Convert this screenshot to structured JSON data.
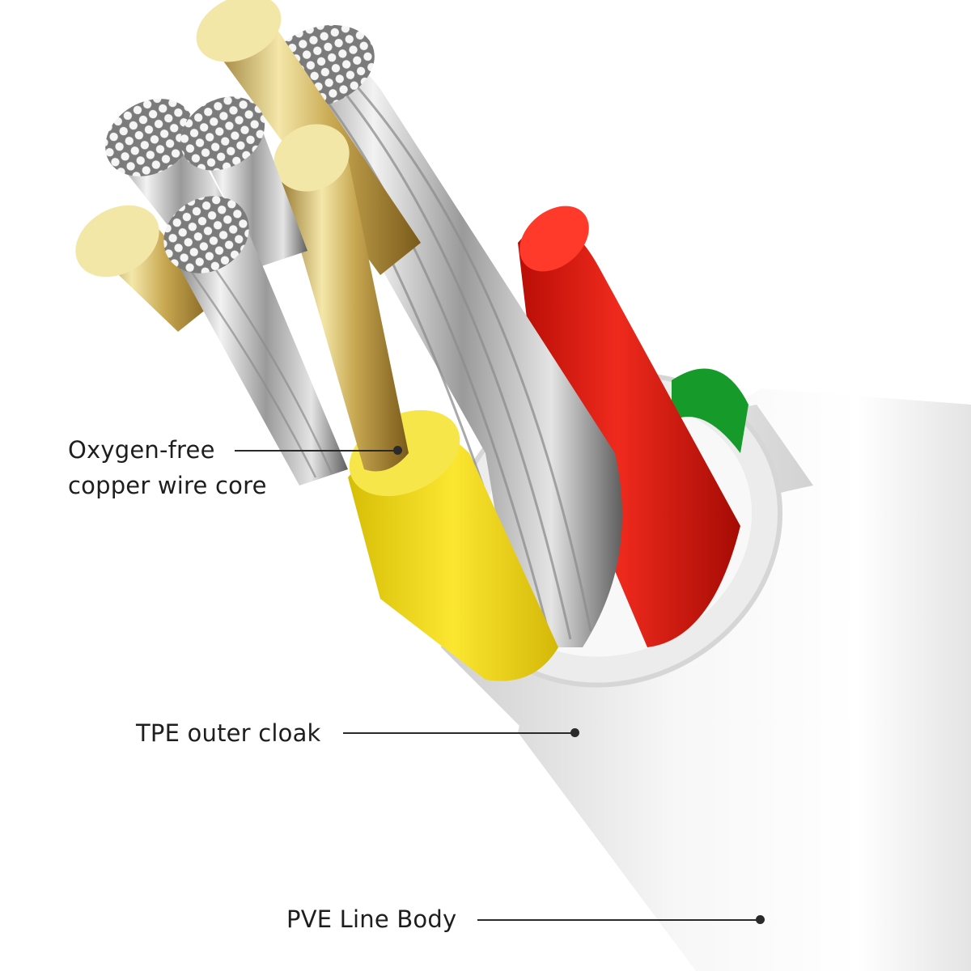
{
  "callouts": {
    "core": {
      "lines": [
        "Oxygen-free",
        "copper wire core"
      ]
    },
    "cloak": {
      "text": "TPE outer cloak"
    },
    "body": {
      "text": "PVE Line Body"
    }
  },
  "colors": {
    "background": "#ffffff",
    "text": "#1e1e1e",
    "jacket": "#f1f1f1",
    "copper": "#f3e7a8",
    "silver": "#c9c9c9",
    "red_insulation": "#e41b12",
    "yellow_insulation": "#f2dc18",
    "green_insulation": "#169a2a"
  }
}
